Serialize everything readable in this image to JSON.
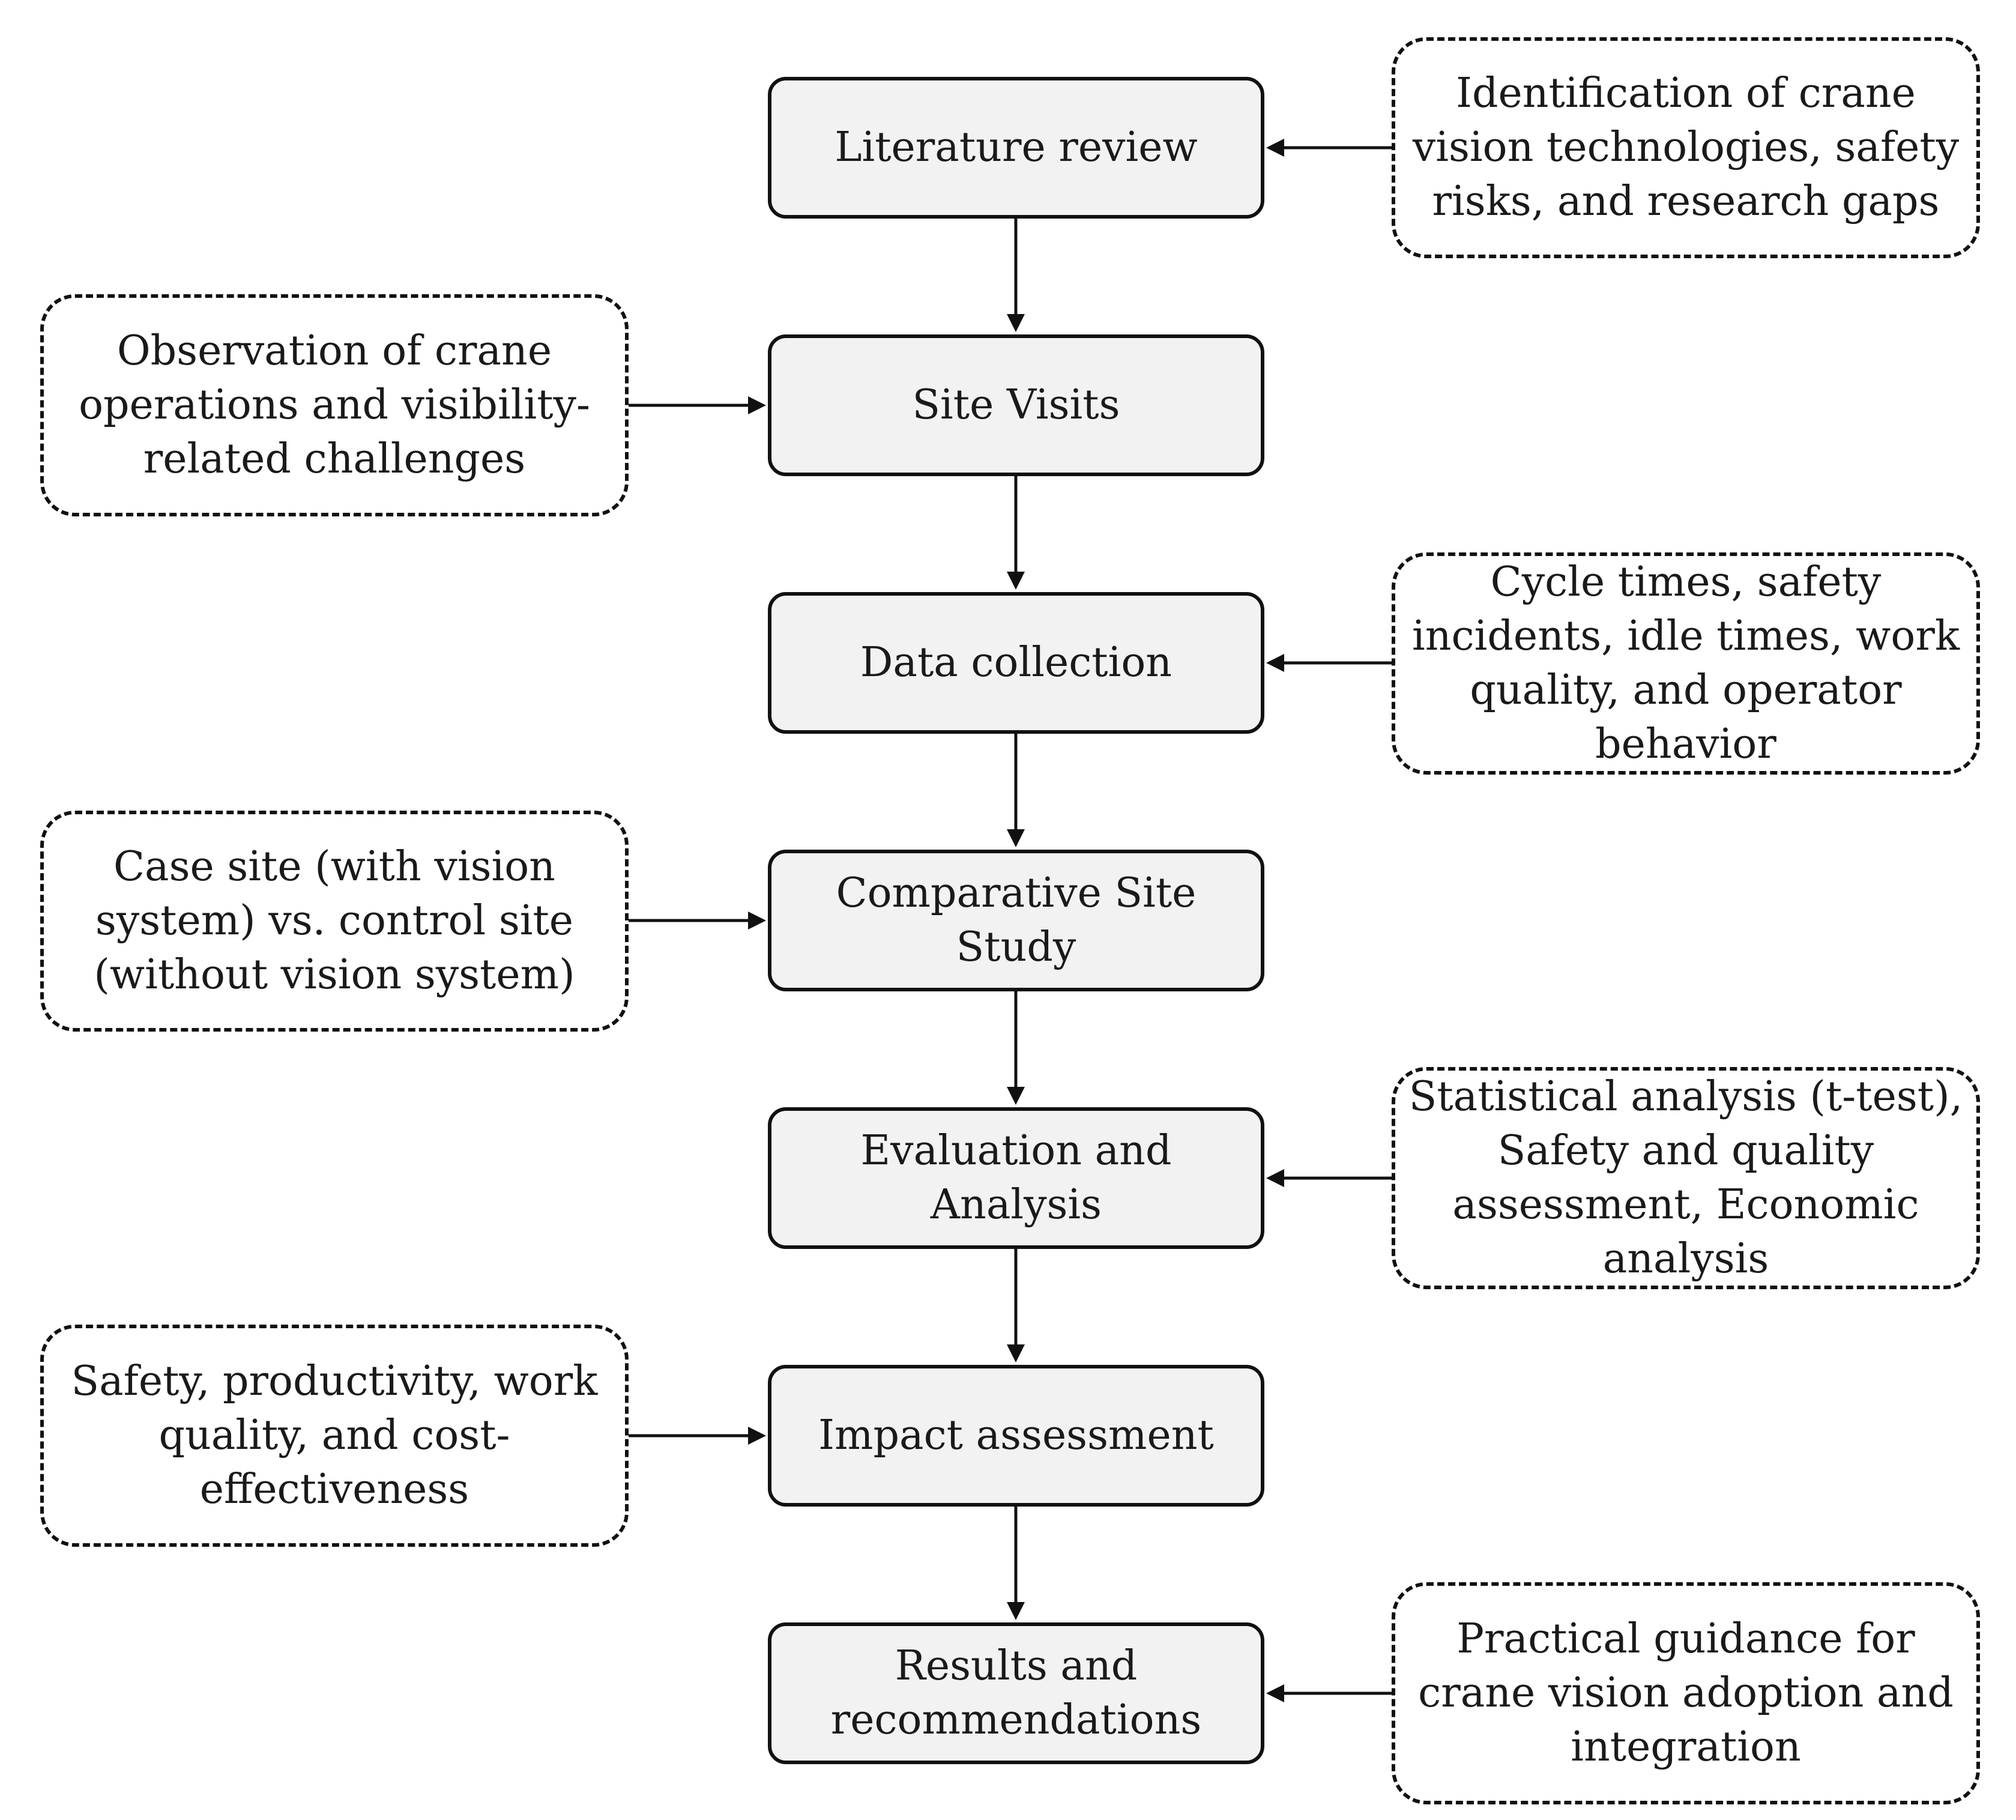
{
  "steps": [
    {
      "label": "Literature review"
    },
    {
      "label": "Site Visits"
    },
    {
      "label": "Data collection"
    },
    {
      "label": "Comparative Site Study"
    },
    {
      "label": "Evaluation and Analysis"
    },
    {
      "label": "Impact assessment"
    },
    {
      "label": "Results and recommendations"
    }
  ],
  "notes": [
    {
      "side": "right",
      "step": 0,
      "text": "Identification of crane vision technologies, safety risks, and research gaps"
    },
    {
      "side": "left",
      "step": 1,
      "text": "Observation of crane operations and visibility-related challenges"
    },
    {
      "side": "right",
      "step": 2,
      "text": "Cycle times, safety incidents, idle times, work quality, and operator behavior"
    },
    {
      "side": "left",
      "step": 3,
      "text": "Case site (with vision system) vs. control site (without vision system)"
    },
    {
      "side": "right",
      "step": 4,
      "text": "Statistical analysis (t-test), Safety and quality assessment, Economic analysis"
    },
    {
      "side": "left",
      "step": 5,
      "text": "Safety, productivity, work quality, and cost-effectiveness"
    },
    {
      "side": "right",
      "step": 6,
      "text": "Practical guidance for crane vision adoption and integration"
    }
  ]
}
